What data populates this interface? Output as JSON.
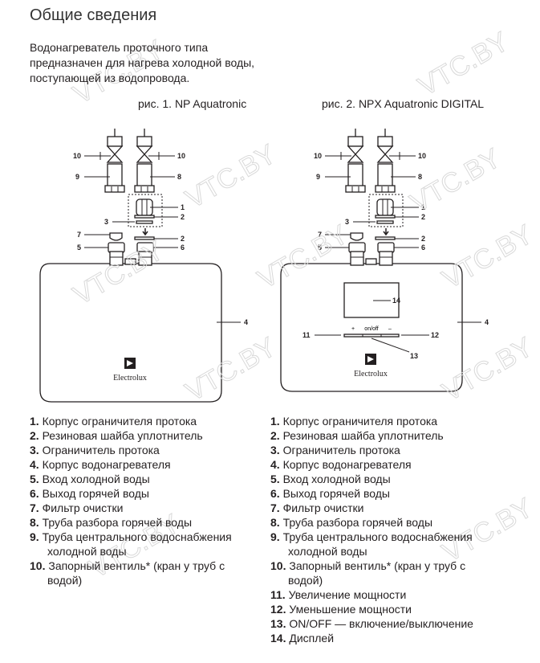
{
  "title": "Общие сведения",
  "intro": "Водонагреватель проточного типа предназначен для нагрева холодной воды, поступающей из водопровода.",
  "watermark": "VTC.BY",
  "fig1": {
    "caption": "рис. 1. NP Aquatronic",
    "brand": "Electrolux",
    "labels": {
      "l10a": "10",
      "l10b": "10",
      "l9": "9",
      "l8": "8",
      "l1": "1",
      "l2a": "2",
      "l3": "3",
      "l2b": "2",
      "l7": "7",
      "l5": "5",
      "l6": "6",
      "l4": "4"
    }
  },
  "fig2": {
    "caption": "рис. 2. NPX Aquatronic DIGITAL",
    "brand": "Electrolux",
    "btn_plus": "+",
    "btn_onoff": "on/off",
    "btn_minus": "–",
    "labels": {
      "l10a": "10",
      "l10b": "10",
      "l9": "9",
      "l8": "8",
      "l1": "1",
      "l2a": "2",
      "l3": "3",
      "l2b": "2",
      "l7": "7",
      "l5": "5",
      "l6": "6",
      "l4": "4",
      "l14": "14",
      "l11": "11",
      "l12": "12",
      "l13": "13"
    }
  },
  "list1": [
    {
      "n": "1.",
      "t": "Корпус ограничителя протока"
    },
    {
      "n": "2.",
      "t": "Резиновая шайба уплотнитель"
    },
    {
      "n": "3.",
      "t": "Ограничитель протока"
    },
    {
      "n": "4.",
      "t": "Корпус водонагревателя"
    },
    {
      "n": "5.",
      "t": "Вход холодной воды"
    },
    {
      "n": "6.",
      "t": "Выход горячей воды"
    },
    {
      "n": "7.",
      "t": "Фильтр очистки"
    },
    {
      "n": "8.",
      "t": "Труба разбора горячей воды"
    },
    {
      "n": "9.",
      "t": "Труба центрального водоснабжения",
      "c": "холодной воды"
    },
    {
      "n": "10.",
      "t": " Запорный вентиль* (кран у труб с",
      "c": "водой)"
    }
  ],
  "list2": [
    {
      "n": "1.",
      "t": "Корпус ограничителя протока"
    },
    {
      "n": "2.",
      "t": "Резиновая шайба уплотнитель"
    },
    {
      "n": "3.",
      "t": "Ограничитель протока"
    },
    {
      "n": "4.",
      "t": "Корпус водонагревателя"
    },
    {
      "n": "5.",
      "t": "Вход холодной воды"
    },
    {
      "n": "6.",
      "t": "Выход горячей воды"
    },
    {
      "n": "7.",
      "t": "Фильтр очистки"
    },
    {
      "n": "8.",
      "t": "Труба разбора горячей воды"
    },
    {
      "n": "9.",
      "t": "Труба центрального водоснабжения",
      "c": "холодной воды"
    },
    {
      "n": "10.",
      "t": "Запорный вентиль* (кран у труб с",
      "c": "водой)"
    },
    {
      "n": "11.",
      "t": "Увеличение мощности"
    },
    {
      "n": "12.",
      "t": " Уменьшение мощности"
    },
    {
      "n": "13.",
      "t": "ON/OFF — включение/выключение"
    },
    {
      "n": "14.",
      "t": "Дисплей"
    }
  ]
}
